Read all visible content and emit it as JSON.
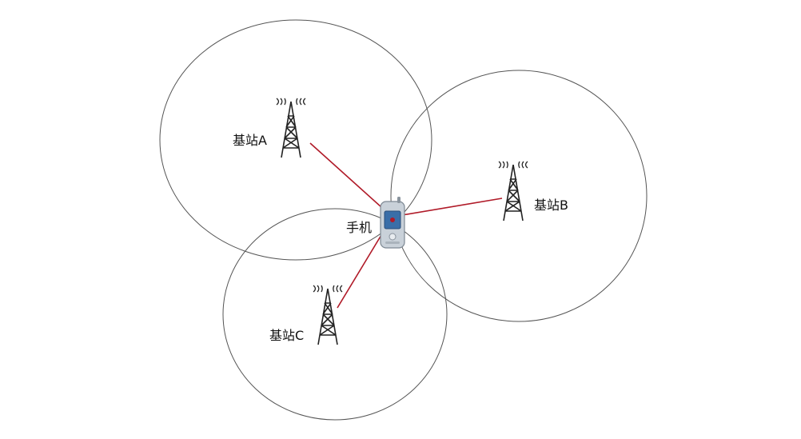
{
  "labels": {
    "station_a": "基站A",
    "station_b": "基站B",
    "station_c": "基站C",
    "phone": "手机"
  },
  "colors": {
    "background": "#ffffff",
    "circle": "#555555",
    "link": "#b01a28",
    "tower": "#222222",
    "phone_body": "#c9d1d9",
    "phone_screen": "#3a6ea8"
  }
}
